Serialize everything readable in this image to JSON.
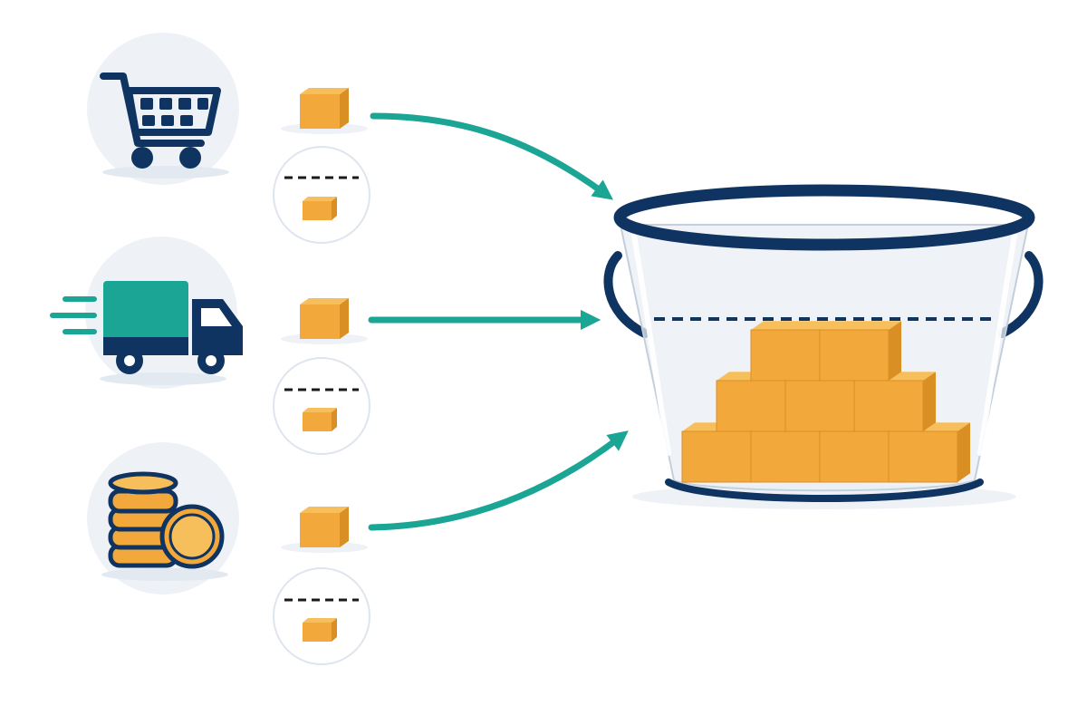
{
  "colors": {
    "navy": "#0f3462",
    "teal": "#1aa594",
    "box": "#f2a83a",
    "box_top": "#f7bf5b",
    "box_side": "#d98f24",
    "circle_bg": "#eef2f7",
    "bucket_glass": "#e9eff6"
  },
  "sources": [
    {
      "name": "cart",
      "icon": "shopping-cart-icon"
    },
    {
      "name": "truck",
      "icon": "delivery-truck-icon"
    },
    {
      "name": "coins",
      "icon": "coin-stack-icon"
    }
  ],
  "bucket": {
    "icon": "bucket-icon",
    "cube_rows": [
      4,
      3,
      2
    ]
  }
}
